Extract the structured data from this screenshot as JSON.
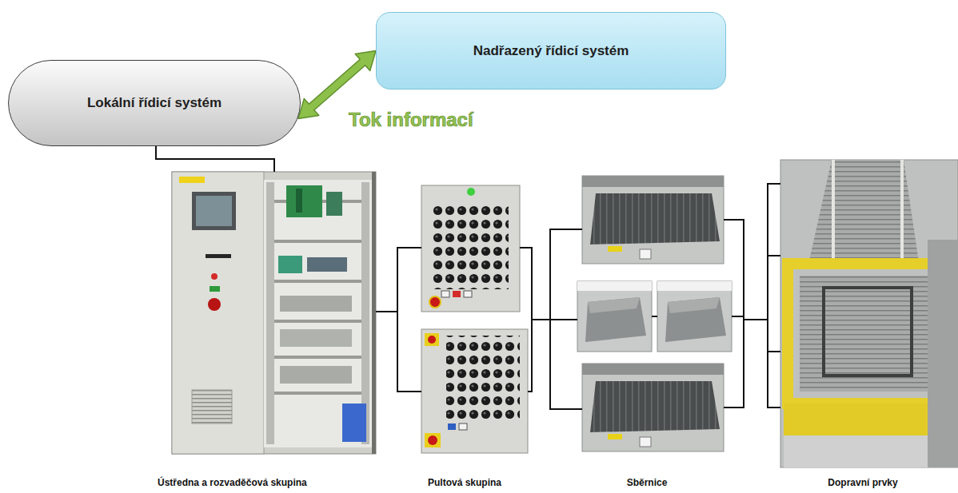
{
  "diagram": {
    "nodes": [
      {
        "text": [
          "Nadřazený řídicí systém"
        ]
      },
      {
        "text": [
          "Lokální řídicí systém"
        ]
      },
      {
        "text": [
          "Ústředna a rozvaděčová skupina"
        ]
      },
      {
        "text": [
          "Pultová skupina"
        ]
      },
      {
        "text": [
          "Sběrnice"
        ]
      },
      {
        "text": [
          "Dopravní prvky"
        ]
      }
    ],
    "edges": [
      {
        "from": 1,
        "to": 0,
        "arrow": "both",
        "label": "Tok informací"
      },
      {
        "from": 1,
        "to": 2,
        "arrow": "none"
      },
      {
        "from": 2,
        "to": 3,
        "arrow": "none"
      },
      {
        "from": 3,
        "to": 4,
        "arrow": "none"
      },
      {
        "from": 4,
        "to": 5,
        "arrow": "none"
      }
    ]
  }
}
